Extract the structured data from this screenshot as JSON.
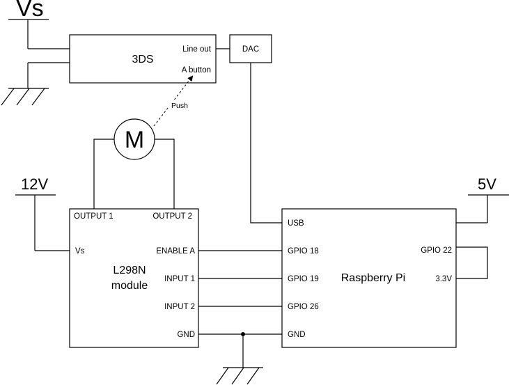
{
  "supplies": {
    "vs": "Vs",
    "v12": "12V",
    "v5": "5V"
  },
  "ds": {
    "title": "3DS",
    "line_out": "Line out",
    "a_button": "A button"
  },
  "dac": {
    "title": "DAC"
  },
  "motor": {
    "symbol": "M",
    "push_label": "Push"
  },
  "l298n": {
    "title_line1": "L298N",
    "title_line2": "module",
    "output1": "OUTPUT 1",
    "output2": "OUTPUT 2",
    "vs": "Vs",
    "enable_a": "ENABLE A",
    "input1": "INPUT 1",
    "input2": "INPUT 2",
    "gnd": "GND"
  },
  "rpi": {
    "title": "Raspberry Pi",
    "usb": "USB",
    "gpio18": "GPIO 18",
    "gpio19": "GPIO 19",
    "gpio26": "GPIO 26",
    "gnd": "GND",
    "gpio22": "GPIO 22",
    "v33": "3.3V"
  }
}
